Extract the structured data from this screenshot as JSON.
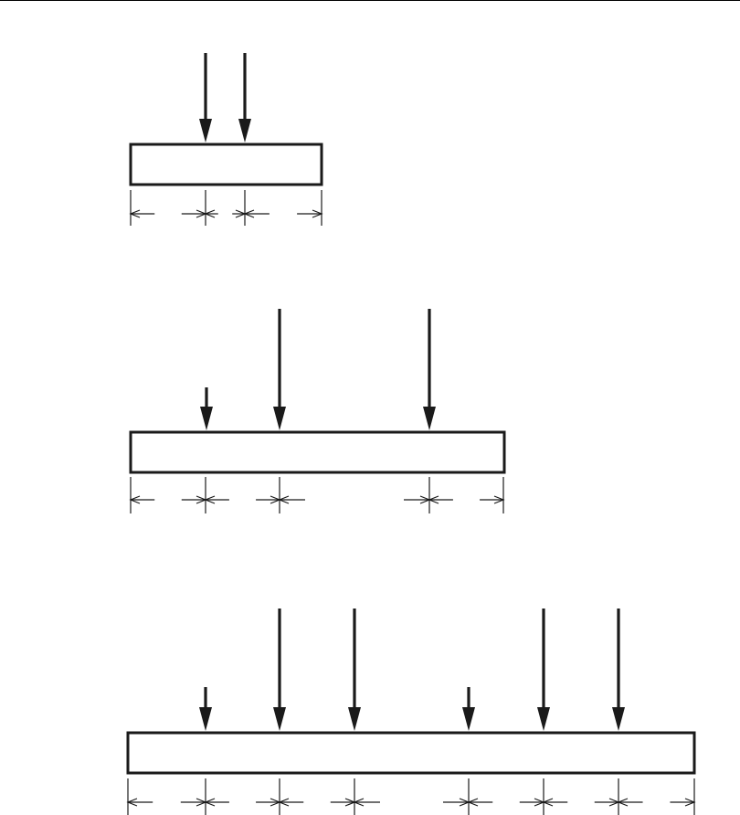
{
  "colors": {
    "ink": "#1a1a1a",
    "background": "#ffffff"
  },
  "figures": [
    {
      "id": "beam-1",
      "load_count": 2,
      "span_count": 3,
      "text_labels": []
    },
    {
      "id": "beam-2",
      "load_count": 3,
      "span_count": 4,
      "text_labels": []
    },
    {
      "id": "beam-3",
      "load_count": 6,
      "span_count": 7,
      "text_labels": []
    }
  ]
}
